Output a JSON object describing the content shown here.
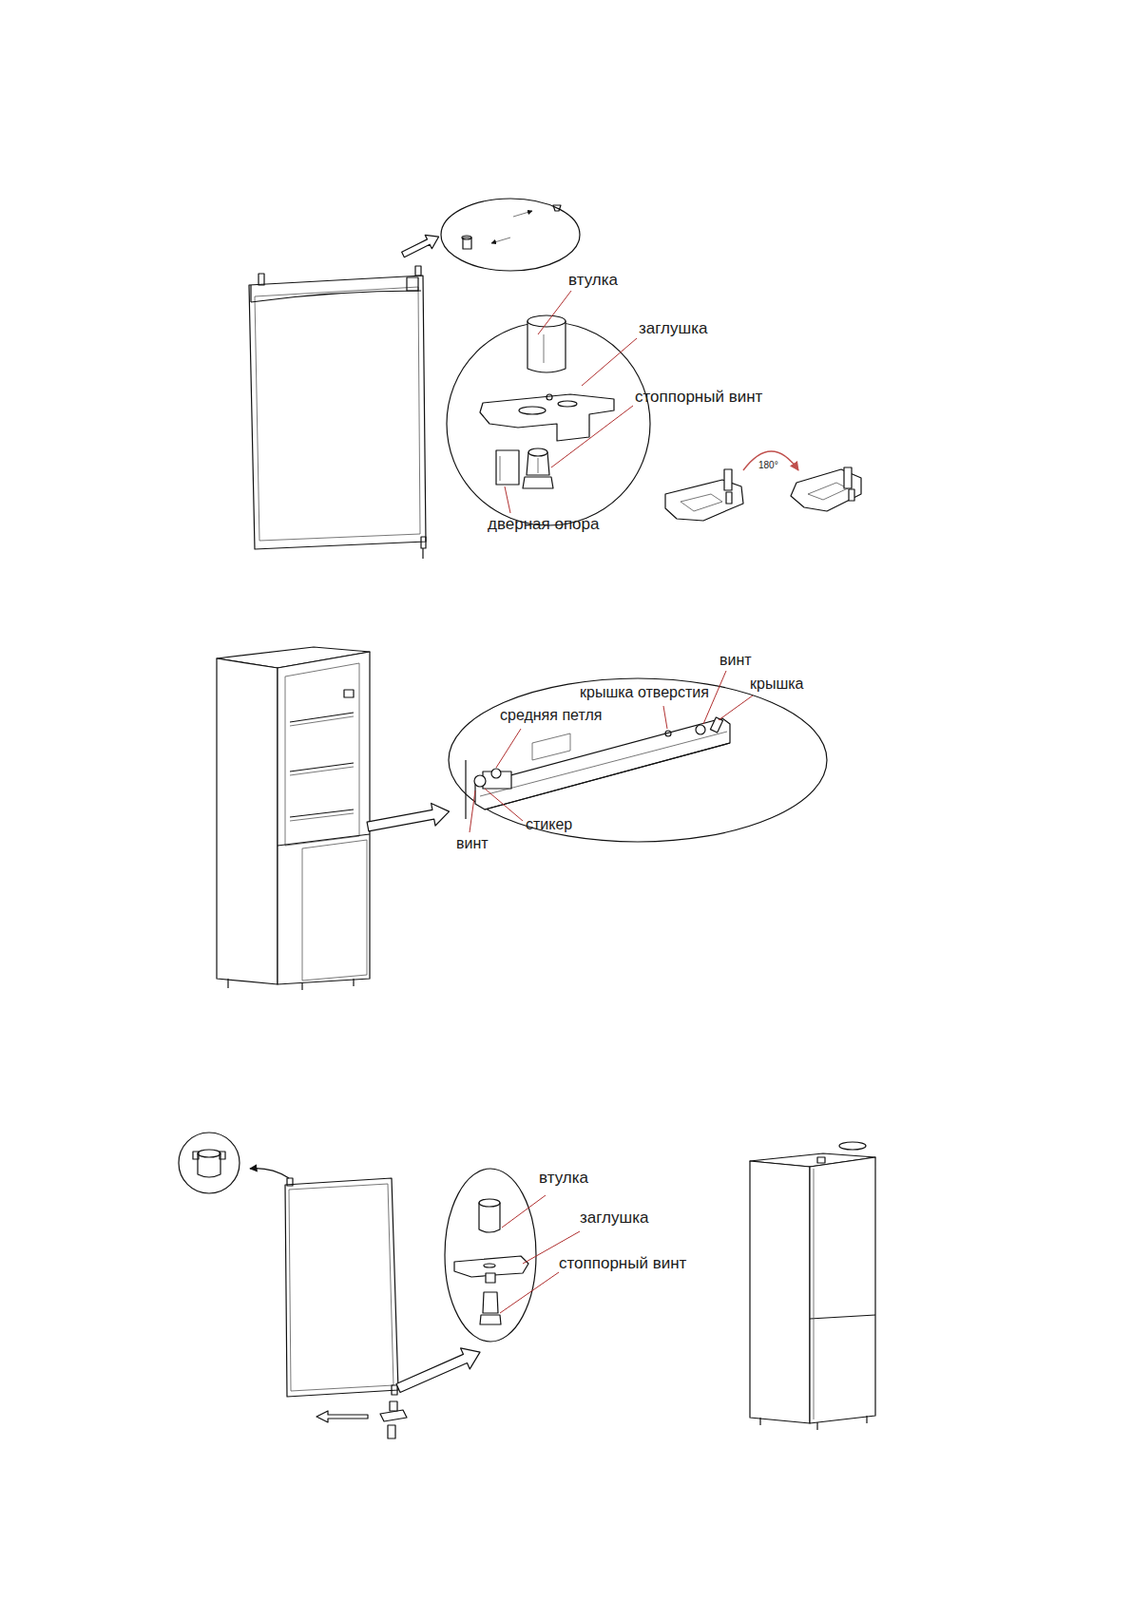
{
  "diagram": {
    "labels": [
      "втулка",
      "заглушка",
      "стоппорный винт",
      "дверная опора",
      "180°",
      "винт",
      "крышка",
      "крышка отверстия",
      "средняя петля",
      "стикер",
      "винт",
      "втулка",
      "заглушка",
      "стоппорный винт"
    ]
  }
}
